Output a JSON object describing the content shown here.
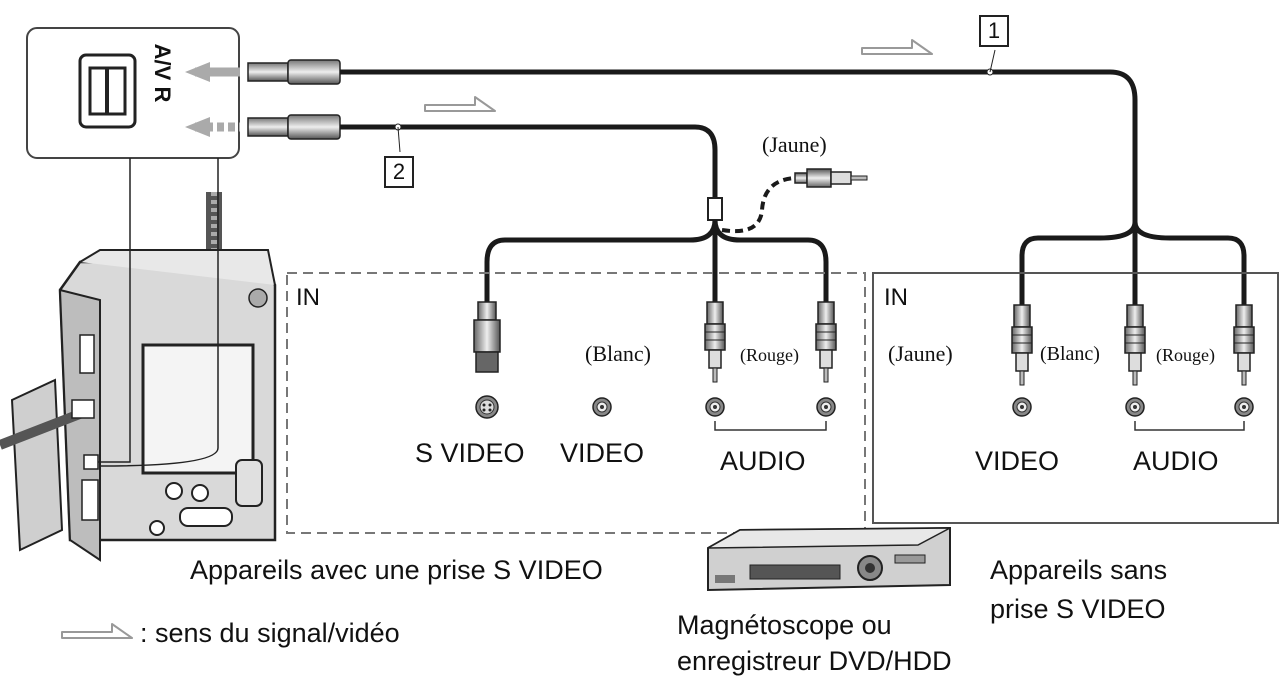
{
  "labels": {
    "port_label": "A/V R",
    "cable1_number": "1",
    "cable2_number": "2",
    "yellow_dangling": "(Jaune)",
    "in_left": "IN",
    "in_right": "IN",
    "left_blanc": "(Blanc)",
    "left_rouge": "(Rouge)",
    "right_jaune": "(Jaune)",
    "right_blanc": "(Blanc)",
    "right_rouge": "(Rouge)",
    "left_svideo": "S VIDEO",
    "left_video": "VIDEO",
    "left_audio": "AUDIO",
    "right_video": "VIDEO",
    "right_audio": "AUDIO",
    "caption_with_svideo": "Appareils avec une prise S VIDEO",
    "caption_without_line1": "Appareils sans",
    "caption_without_line2": "prise S VIDEO",
    "legend": ": sens du signal/vidéo",
    "recorder_line1": "Magnétoscope ou",
    "recorder_line2": "enregistreur DVD/HDD"
  },
  "colors": {
    "ink": "#111111",
    "cable": "#1a1a1a",
    "device_fill": "#d9d9d9",
    "panel_border": "#555555",
    "dashed_border": "#777777",
    "arrow_outline": "#999999"
  },
  "icons": [
    "camcorder-icon",
    "av-r-jack-icon",
    "rca-plug-icon",
    "s-video-plug-icon",
    "jack-socket-icon",
    "vcr-icon",
    "signal-arrow-icon"
  ]
}
